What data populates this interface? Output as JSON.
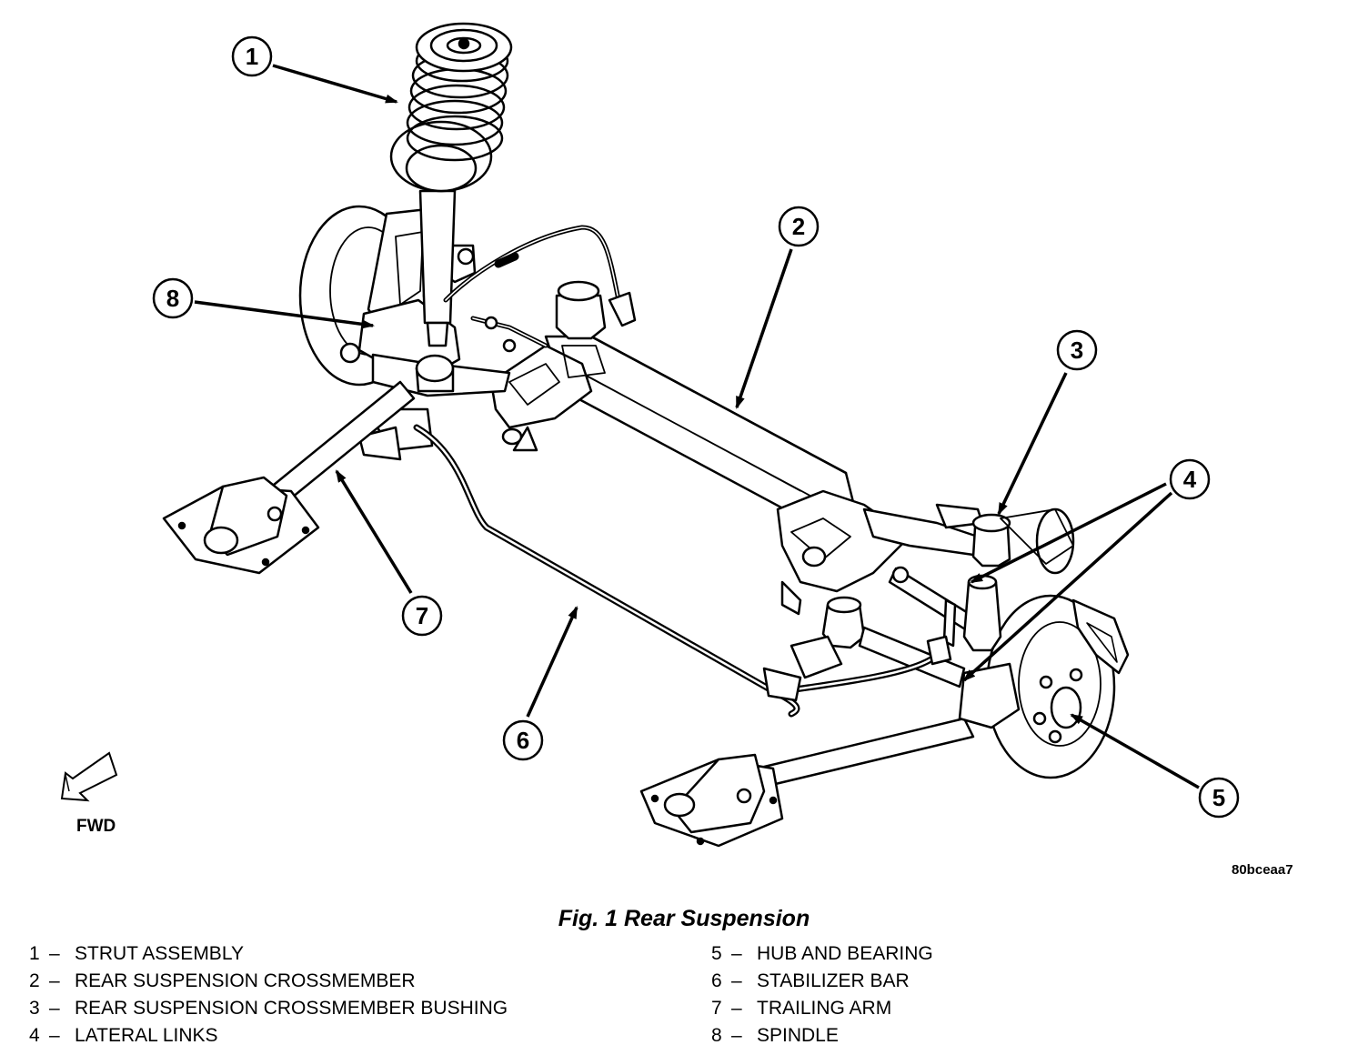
{
  "figure": {
    "title": "Fig. 1 Rear Suspension",
    "reference_code": "80bceaa7",
    "direction_label": "FWD"
  },
  "callouts": [
    "1",
    "2",
    "3",
    "4",
    "5",
    "6",
    "7",
    "8"
  ],
  "legend": {
    "left": [
      {
        "num": "1",
        "dash": "–",
        "label": "STRUT ASSEMBLY"
      },
      {
        "num": "2",
        "dash": "–",
        "label": "REAR SUSPENSION CROSSMEMBER"
      },
      {
        "num": "3",
        "dash": "–",
        "label": "REAR SUSPENSION CROSSMEMBER BUSHING"
      },
      {
        "num": "4",
        "dash": "–",
        "label": "LATERAL LINKS"
      }
    ],
    "right": [
      {
        "num": "5",
        "dash": "–",
        "label": "HUB AND BEARING"
      },
      {
        "num": "6",
        "dash": "–",
        "label": "STABILIZER BAR"
      },
      {
        "num": "7",
        "dash": "–",
        "label": "TRAILING ARM"
      },
      {
        "num": "8",
        "dash": "–",
        "label": "SPINDLE"
      }
    ]
  },
  "colors": {
    "line": "#000000",
    "background": "#ffffff"
  }
}
